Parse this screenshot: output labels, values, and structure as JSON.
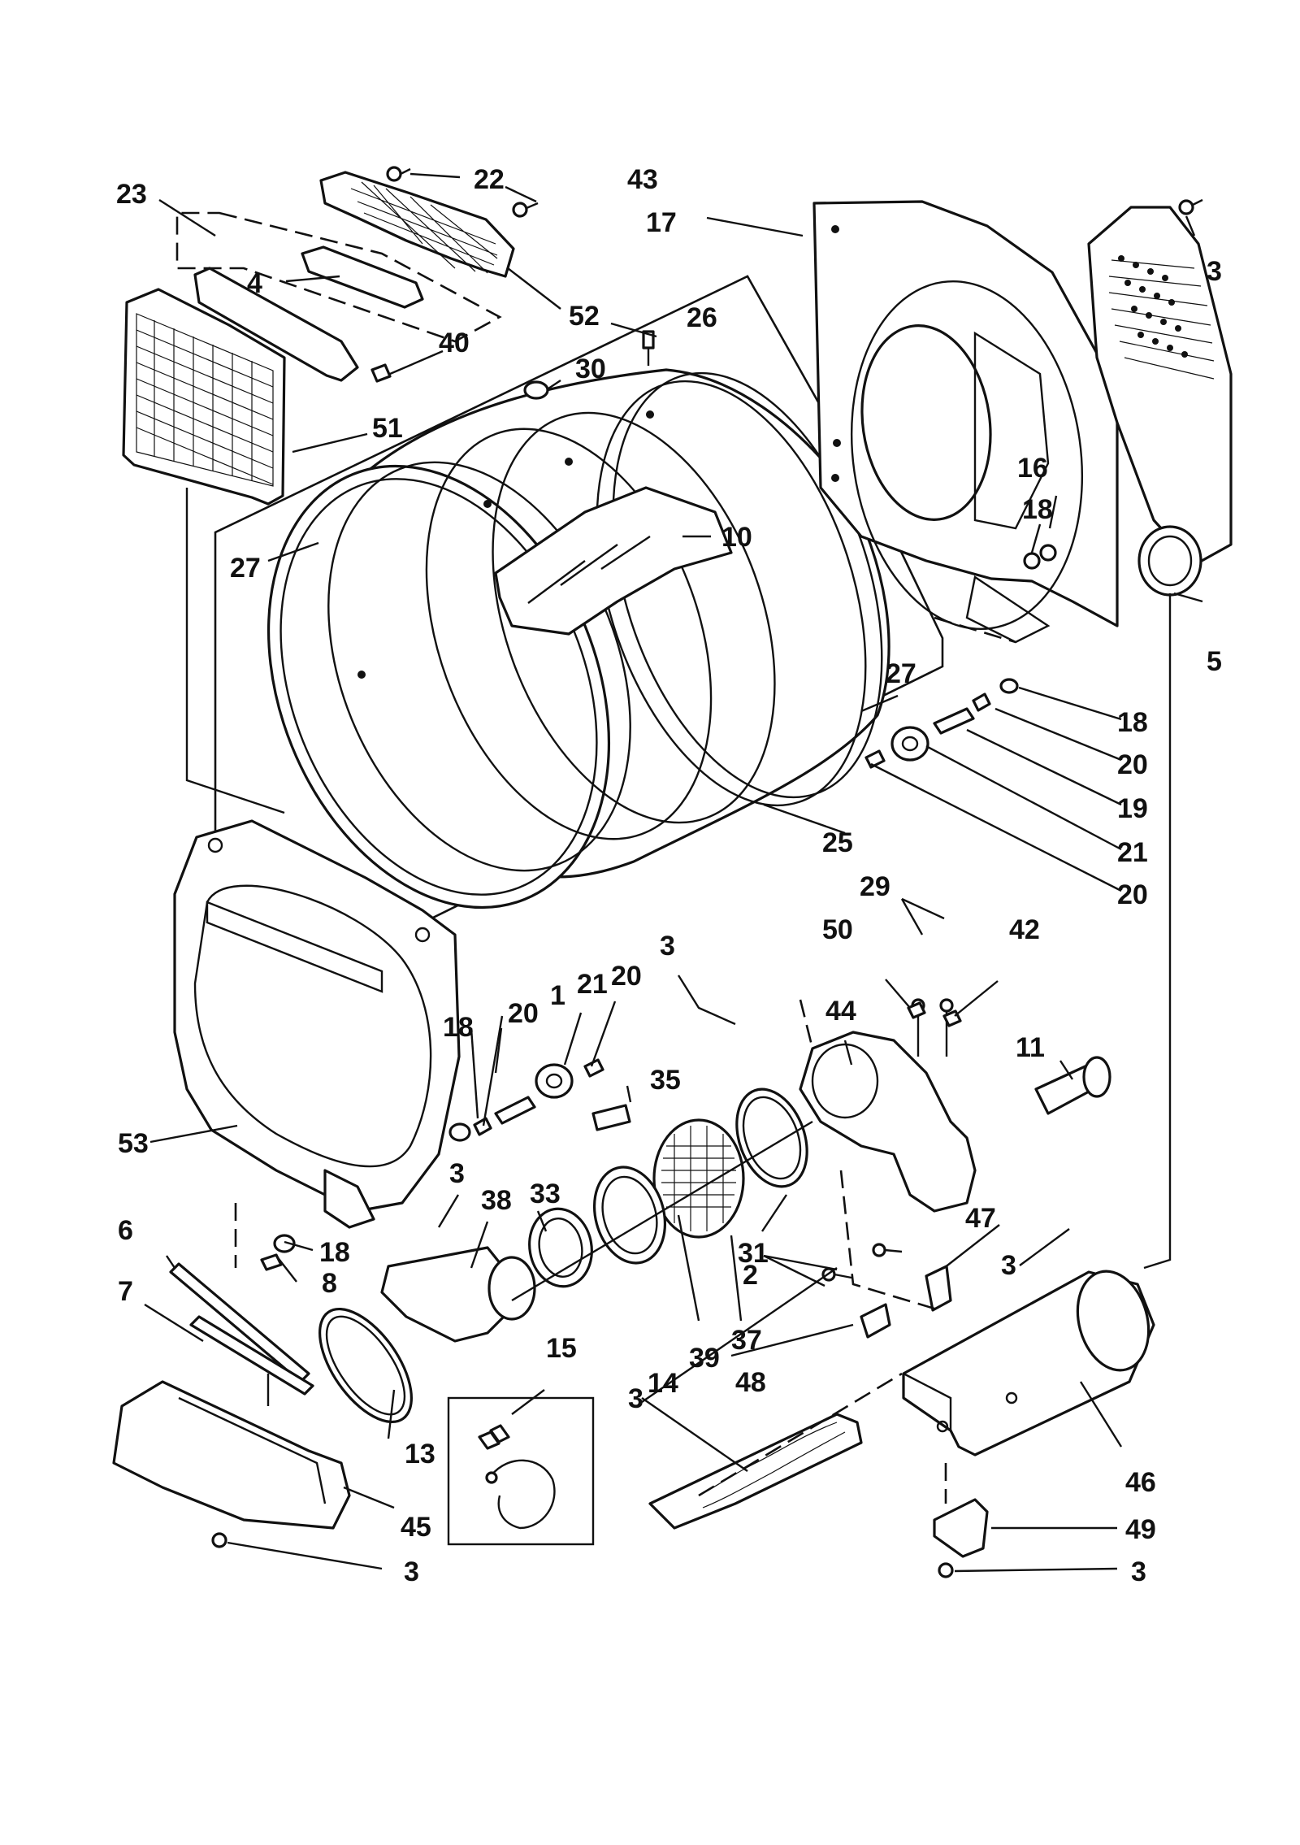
{
  "callouts": [
    {
      "id": "p23",
      "text": "23"
    },
    {
      "id": "p22",
      "text": "22"
    },
    {
      "id": "p43",
      "text": "43"
    },
    {
      "id": "p17",
      "text": "17"
    },
    {
      "id": "p3a",
      "text": "3"
    },
    {
      "id": "p4",
      "text": "4"
    },
    {
      "id": "p52",
      "text": "52"
    },
    {
      "id": "p26",
      "text": "26"
    },
    {
      "id": "p40",
      "text": "40"
    },
    {
      "id": "p30",
      "text": "30"
    },
    {
      "id": "p51",
      "text": "51"
    },
    {
      "id": "p16",
      "text": "16"
    },
    {
      "id": "p18a",
      "text": "18"
    },
    {
      "id": "p10",
      "text": "10"
    },
    {
      "id": "p27a",
      "text": "27"
    },
    {
      "id": "p5",
      "text": "5"
    },
    {
      "id": "p27b",
      "text": "27"
    },
    {
      "id": "p18b",
      "text": "18"
    },
    {
      "id": "p20a",
      "text": "20"
    },
    {
      "id": "p19",
      "text": "19"
    },
    {
      "id": "p21a",
      "text": "21"
    },
    {
      "id": "p25",
      "text": "25"
    },
    {
      "id": "p20b",
      "text": "20"
    },
    {
      "id": "p29",
      "text": "29"
    },
    {
      "id": "p50",
      "text": "50"
    },
    {
      "id": "p42",
      "text": "42"
    },
    {
      "id": "p3b",
      "text": "3"
    },
    {
      "id": "p21b",
      "text": "21"
    },
    {
      "id": "p20c",
      "text": "20"
    },
    {
      "id": "p44",
      "text": "44"
    },
    {
      "id": "p1",
      "text": "1"
    },
    {
      "id": "p20d",
      "text": "20"
    },
    {
      "id": "p18c",
      "text": "18"
    },
    {
      "id": "p11",
      "text": "11"
    },
    {
      "id": "p35",
      "text": "35"
    },
    {
      "id": "p53",
      "text": "53"
    },
    {
      "id": "p3c",
      "text": "3"
    },
    {
      "id": "p33",
      "text": "33"
    },
    {
      "id": "p38",
      "text": "38"
    },
    {
      "id": "p47",
      "text": "47"
    },
    {
      "id": "p3d",
      "text": "3"
    },
    {
      "id": "p6",
      "text": "6"
    },
    {
      "id": "p18d",
      "text": "18"
    },
    {
      "id": "p8",
      "text": "8"
    },
    {
      "id": "p31",
      "text": "31"
    },
    {
      "id": "p2",
      "text": "2"
    },
    {
      "id": "p7",
      "text": "7"
    },
    {
      "id": "p37",
      "text": "37"
    },
    {
      "id": "p39",
      "text": "39"
    },
    {
      "id": "p48",
      "text": "48"
    },
    {
      "id": "p15",
      "text": "15"
    },
    {
      "id": "p3e",
      "text": "3"
    },
    {
      "id": "p14",
      "text": "14"
    },
    {
      "id": "p13",
      "text": "13"
    },
    {
      "id": "p46",
      "text": "46"
    },
    {
      "id": "p45",
      "text": "45"
    },
    {
      "id": "p49",
      "text": "49"
    },
    {
      "id": "p3f",
      "text": "3"
    },
    {
      "id": "p3g",
      "text": "3"
    }
  ]
}
